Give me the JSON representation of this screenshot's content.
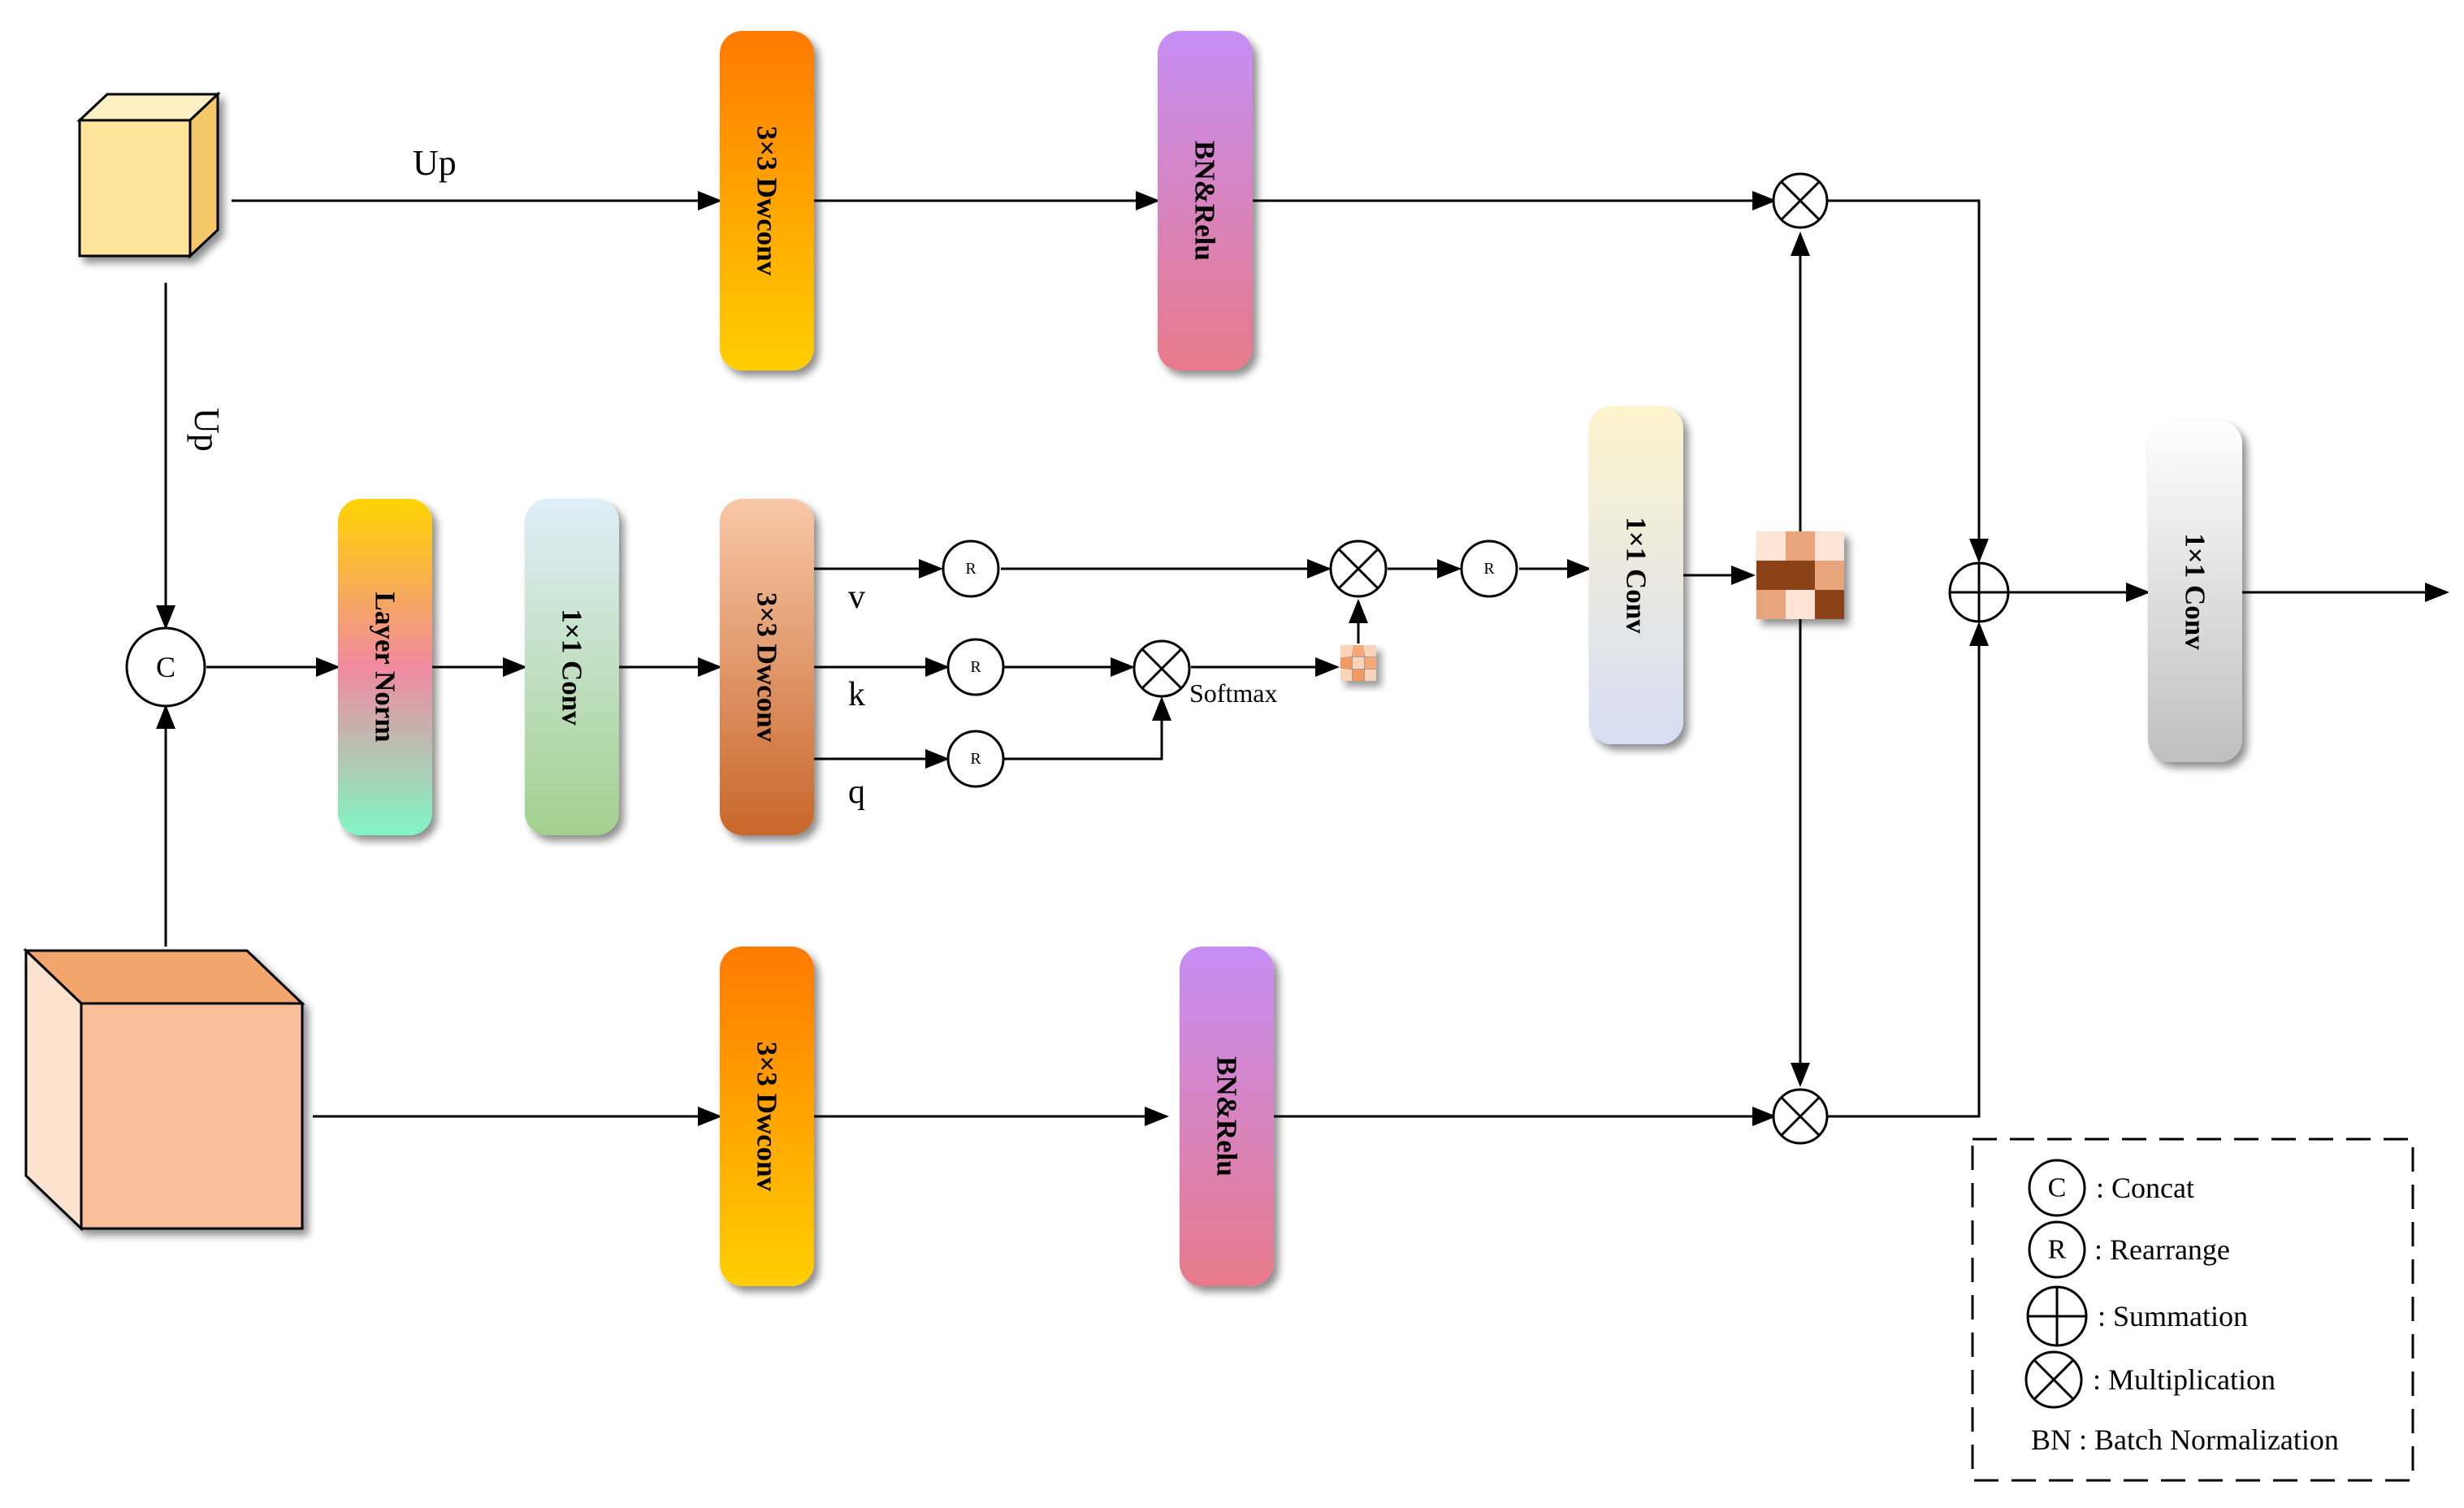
{
  "blocks": {
    "top_dwconv": "3×3 Dwconv",
    "top_bnrelu": "BN&Relu",
    "layer_norm": "Layer Norm",
    "conv1x1_a": "1×1 Conv",
    "mid_dwconv": "3×3 Dwconv",
    "conv1x1_b": "1×1 Conv",
    "conv1x1_out": "1×1 Conv",
    "bot_dwconv": "3×3 Dwconv",
    "bot_bnrelu": "BN&Relu"
  },
  "labels": {
    "up_horizontal": "Up",
    "up_vertical": "Up",
    "v": "v",
    "k": "k",
    "q": "q",
    "softmax": "Softmax"
  },
  "operators": {
    "concat_symbol": "C",
    "rearrange_symbol": "R"
  },
  "legend": {
    "concat_symbol": "C",
    "concat": ": Concat",
    "rearrange_symbol": "R",
    "rearrange": ": Rearrange",
    "summation": ": Summation",
    "multiplication": ": Multiplication",
    "bn": "BN : Batch Normalization"
  },
  "colors": {
    "dwconv_orange": [
      "#ff7a00",
      "#ffcf00"
    ],
    "bn_relu": [
      "#c68ef5",
      "#e87a8a"
    ],
    "layer_norm": [
      "#ffd400",
      "#f07aa0",
      "#7ff7c4"
    ],
    "conv1x1_a": [
      "#dfeef8",
      "#a3d08e"
    ],
    "mid_dwconv": [
      "#f8c8a8",
      "#c8662a"
    ],
    "conv1x1_b": [
      "#fdf4cc",
      "#d6ddf4"
    ],
    "conv1x1_out": [
      "#ffffff",
      "#bfbfbf"
    ],
    "cube_small": "#ffe49a",
    "cube_large": "#f7c09a"
  }
}
